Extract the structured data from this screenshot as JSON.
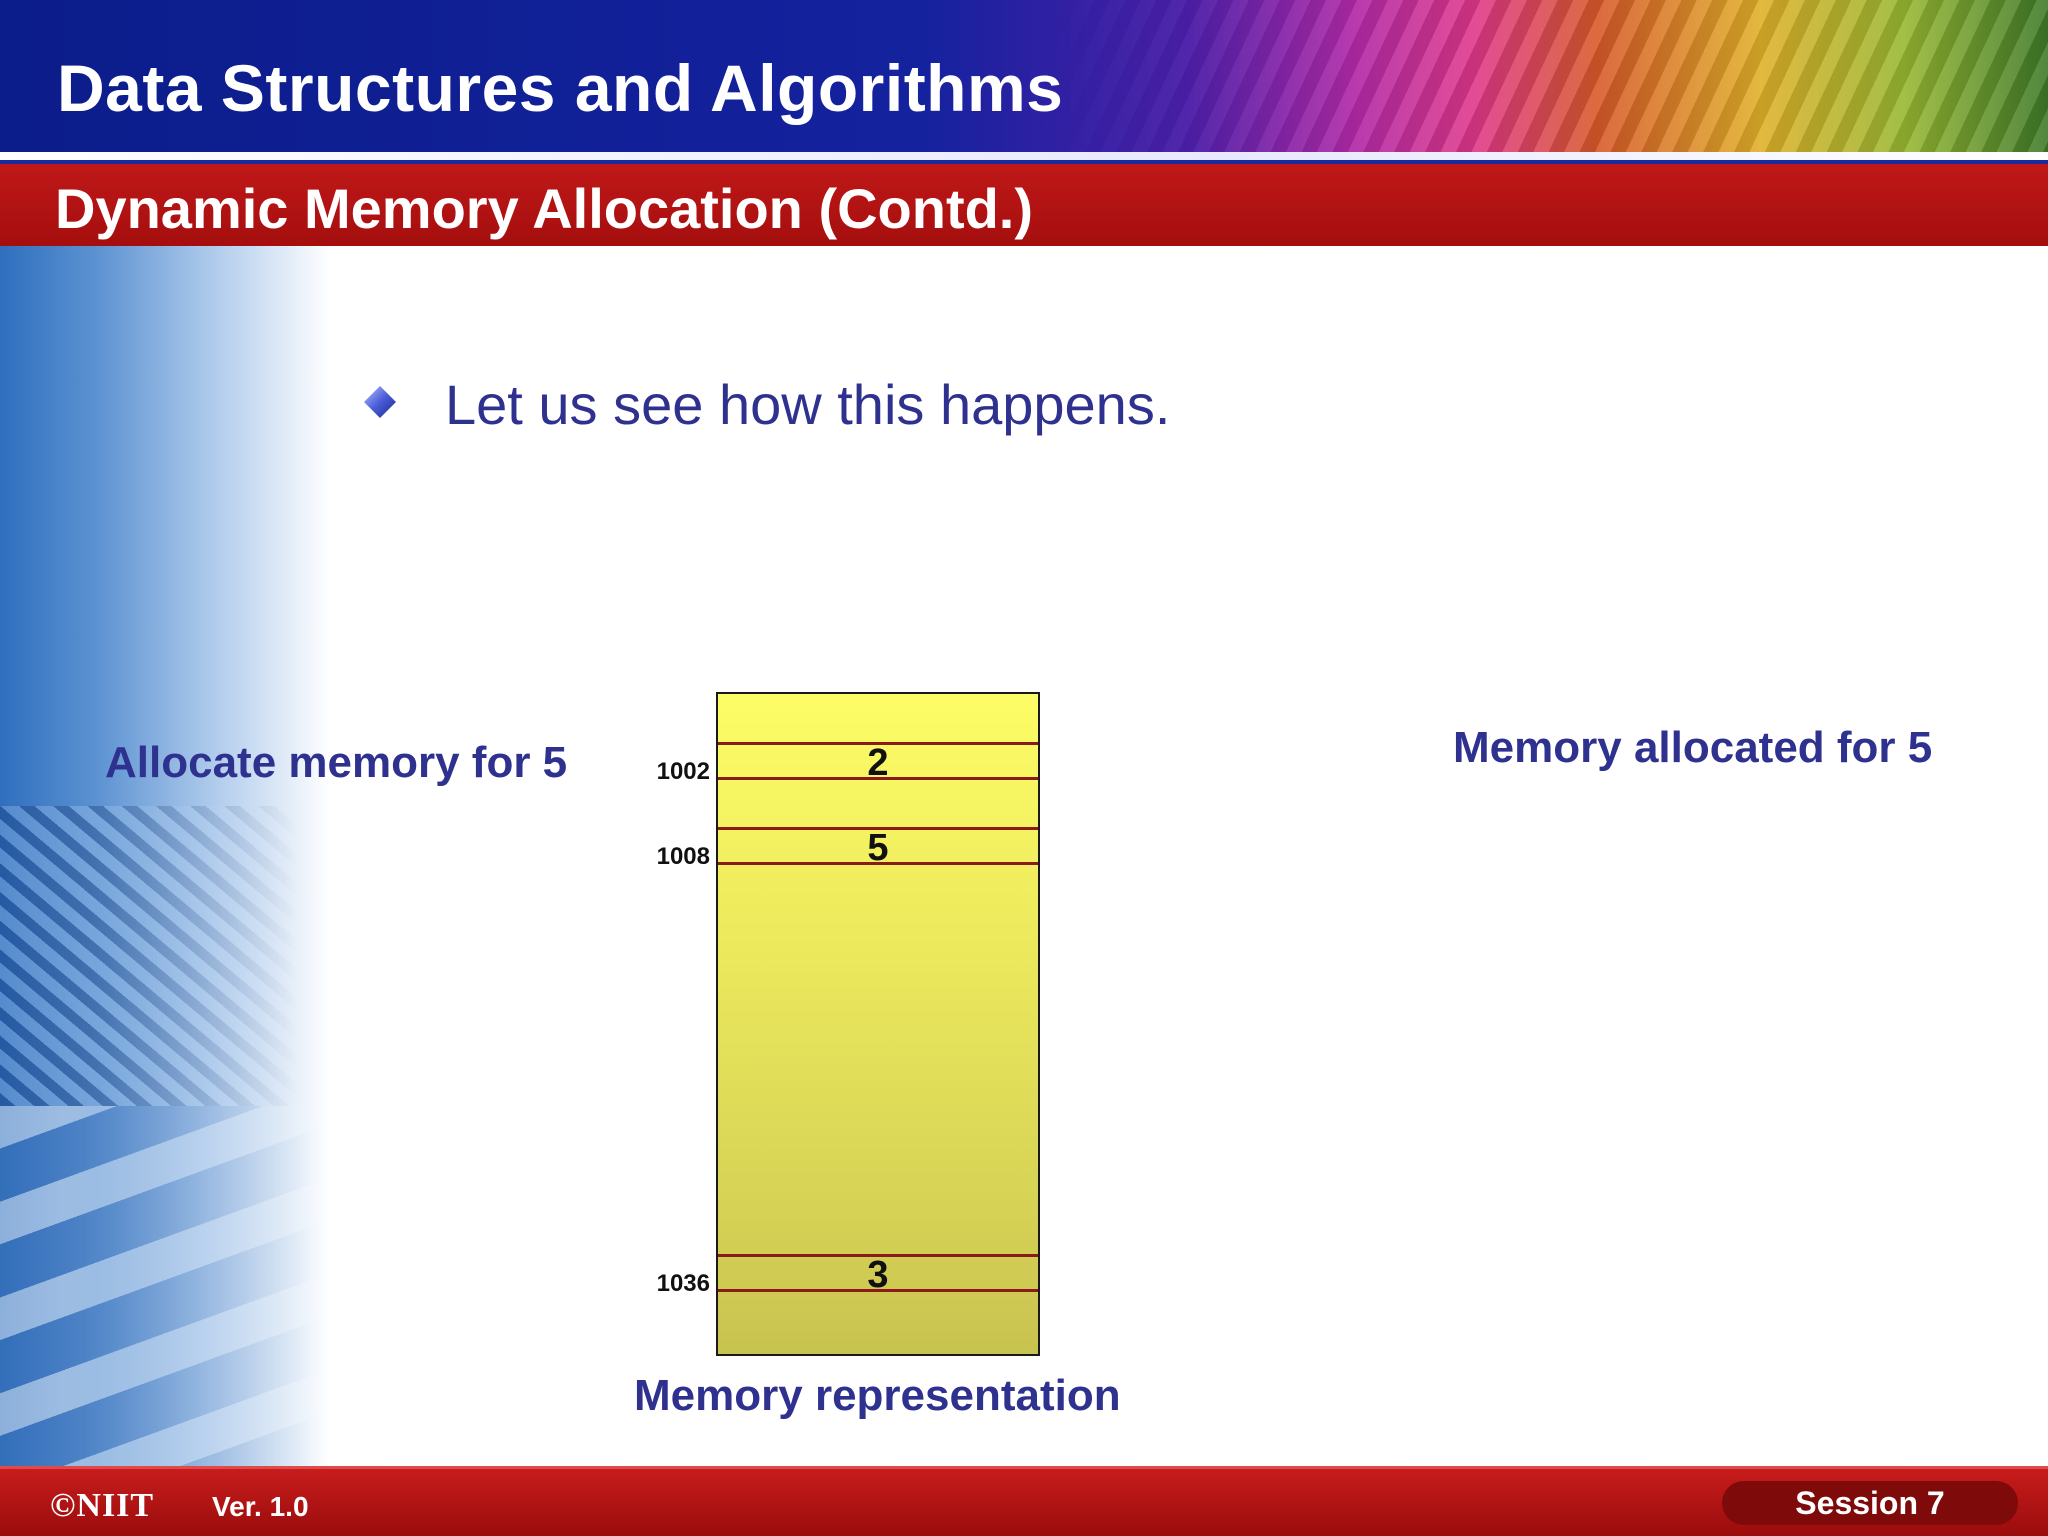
{
  "slide": {
    "title": "Data Structures and Algorithms",
    "subtitle": "Dynamic Memory Allocation (Contd.)",
    "bullet": "Let us see how this happens.",
    "label_left": "Allocate memory for 5",
    "label_right": "Memory allocated for 5",
    "caption": "Memory representation"
  },
  "memory": {
    "cells": [
      {
        "address": "1002",
        "value": "2"
      },
      {
        "address": "1008",
        "value": "5"
      },
      {
        "address": "1036",
        "value": "3"
      }
    ]
  },
  "footer": {
    "logo": "©NIIT",
    "version": "Ver.  1.0",
    "session": "Session 7"
  },
  "colors": {
    "title_bar": "#14229e",
    "subtitle_bar": "#b01414",
    "text_blue": "#2f318f",
    "memory_fill": "#f2ef5e",
    "memory_line": "#8b1a1a"
  }
}
